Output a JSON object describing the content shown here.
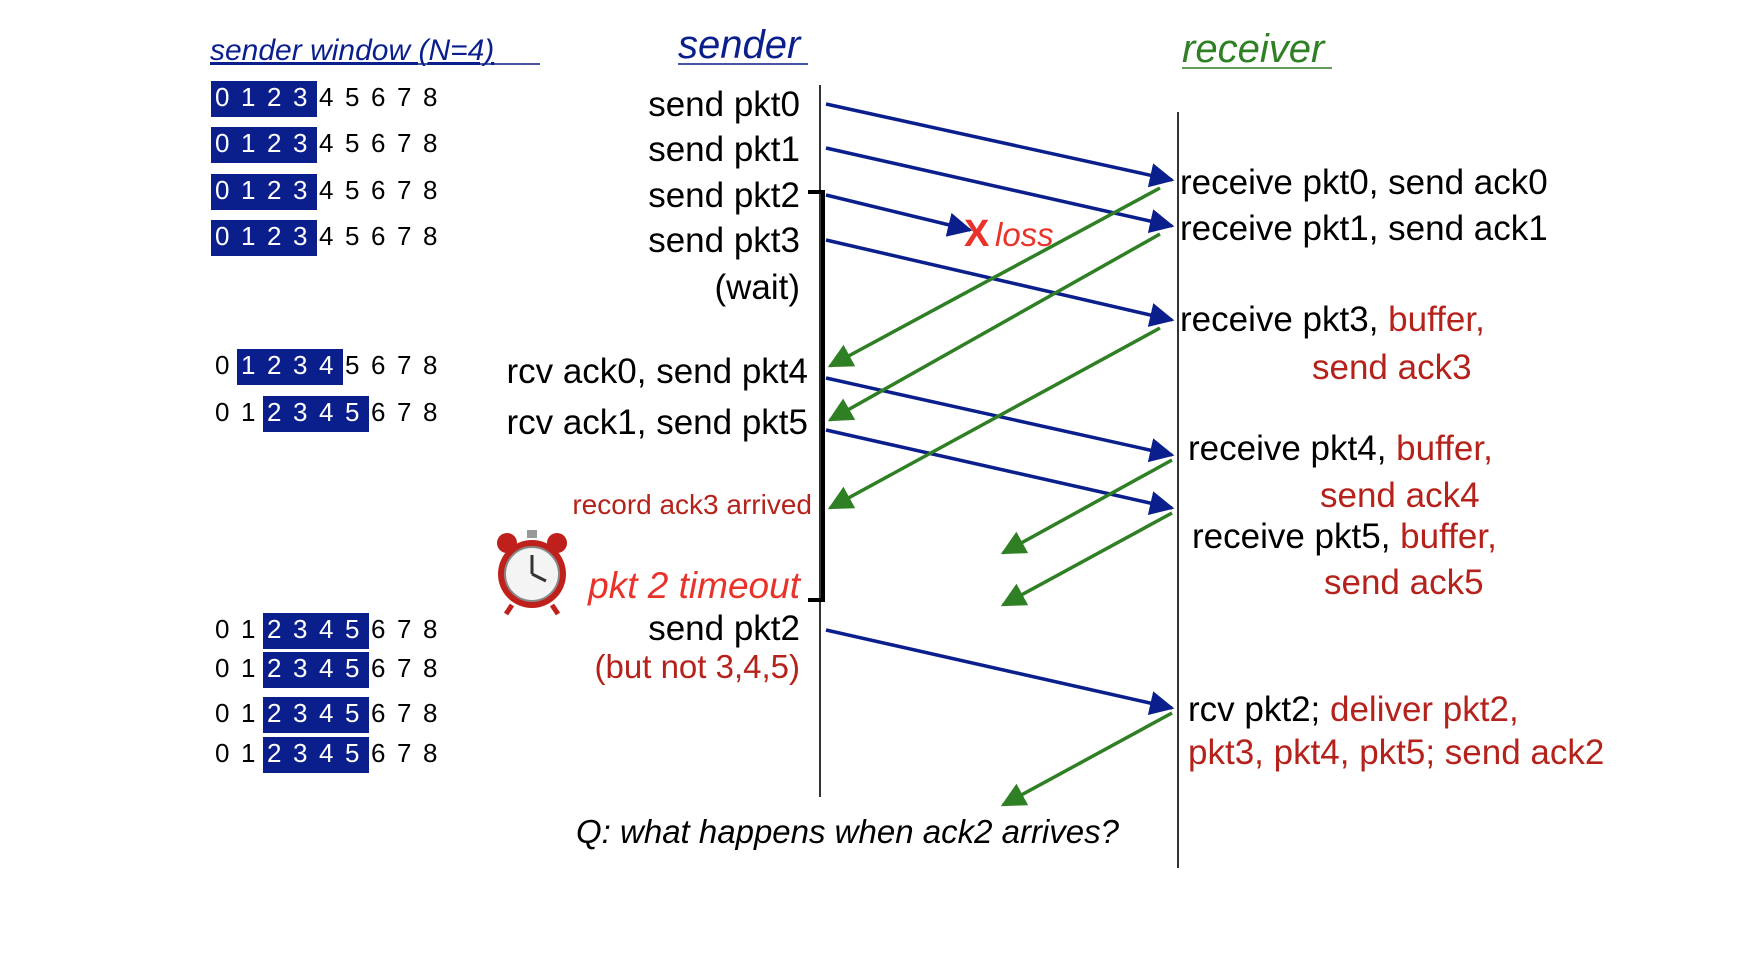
{
  "headers": {
    "sender_window": "sender window (N=4)",
    "sender": "sender",
    "receiver": "receiver"
  },
  "colors": {
    "blue_arrow": "#0b1f8c",
    "green_arrow": "#2f7f24",
    "red_text": "#b5221b",
    "highlight": "#0b1f8c",
    "sender_header": "#0b1f8c",
    "receiver_header": "#2f7f24",
    "loss_red": "#e8322a"
  },
  "window_rows": [
    {
      "digits": [
        "0",
        "1",
        "2",
        "3",
        "4",
        "5",
        "6",
        "7",
        "8"
      ],
      "start": 0
    },
    {
      "digits": [
        "0",
        "1",
        "2",
        "3",
        "4",
        "5",
        "6",
        "7",
        "8"
      ],
      "start": 0
    },
    {
      "digits": [
        "0",
        "1",
        "2",
        "3",
        "4",
        "5",
        "6",
        "7",
        "8"
      ],
      "start": 0
    },
    {
      "digits": [
        "0",
        "1",
        "2",
        "3",
        "4",
        "5",
        "6",
        "7",
        "8"
      ],
      "start": 0
    },
    {
      "digits": [
        "0",
        "1",
        "2",
        "3",
        "4",
        "5",
        "6",
        "7",
        "8"
      ],
      "start": 1
    },
    {
      "digits": [
        "0",
        "1",
        "2",
        "3",
        "4",
        "5",
        "6",
        "7",
        "8"
      ],
      "start": 2
    },
    {
      "digits": [
        "0",
        "1",
        "2",
        "3",
        "4",
        "5",
        "6",
        "7",
        "8"
      ],
      "start": 2
    },
    {
      "digits": [
        "0",
        "1",
        "2",
        "3",
        "4",
        "5",
        "6",
        "7",
        "8"
      ],
      "start": 2
    },
    {
      "digits": [
        "0",
        "1",
        "2",
        "3",
        "4",
        "5",
        "6",
        "7",
        "8"
      ],
      "start": 2
    },
    {
      "digits": [
        "0",
        "1",
        "2",
        "3",
        "4",
        "5",
        "6",
        "7",
        "8"
      ],
      "start": 2
    }
  ],
  "sender_events": {
    "send_pkt0": "send  pkt0",
    "send_pkt1": "send  pkt1",
    "send_pkt2": "send  pkt2",
    "send_pkt3": "send  pkt3",
    "wait": "(wait)",
    "rcv_ack0": "rcv ack0, send pkt4",
    "rcv_ack1": "rcv ack1, send pkt5",
    "record_ack3": "record ack3 arrived",
    "timeout": "pkt 2 timeout",
    "resend_pkt2": "send  pkt2",
    "but_not": "(but not 3,4,5)"
  },
  "loss_label": {
    "x": "X",
    "text": "loss"
  },
  "receiver_events": {
    "r0": "receive pkt0, send ack0",
    "r1": "receive pkt1, send ack1",
    "r3_black": "receive pkt3, ",
    "r3_red": "buffer,",
    "r3_red2": "send ack3",
    "r4_black": "receive pkt4, ",
    "r4_red": "buffer,",
    "r4_red2": "send ack4",
    "r5_black": "receive pkt5, ",
    "r5_red": "buffer,",
    "r5_red2": "send ack5",
    "r2_black": "rcv pkt2; ",
    "r2_red": "deliver pkt2,",
    "r2_red2": "pkt3, pkt4, pkt5; send ack2"
  },
  "question": "Q: what happens when ack2 arrives?",
  "icons": {
    "timer": "alarm-clock-icon",
    "loss": "loss-x-icon"
  }
}
